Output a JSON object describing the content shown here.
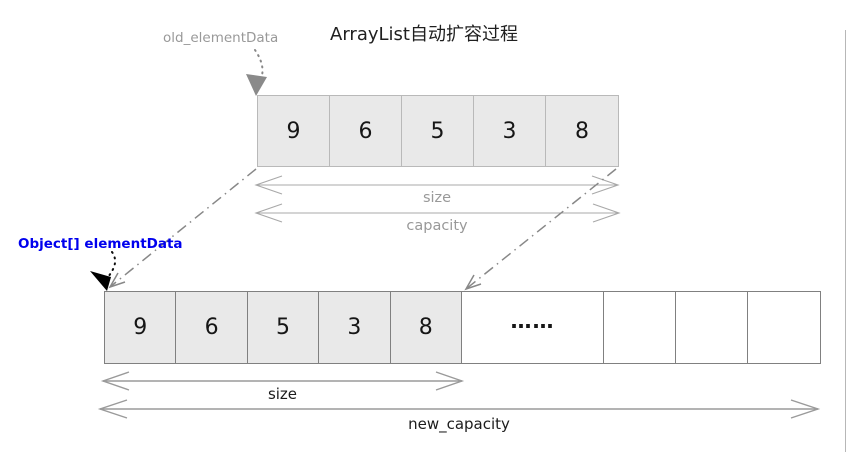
{
  "title": "ArrayList自动扩容过程",
  "pointers": {
    "old_label": "old_elementData",
    "new_label": "Object[] elementData"
  },
  "old_array": {
    "cells": [
      "9",
      "6",
      "5",
      "3",
      "8"
    ],
    "size_label": "size",
    "capacity_label": "capacity"
  },
  "new_array": {
    "cells": [
      "9",
      "6",
      "5",
      "3",
      "8"
    ],
    "ellipsis": "……",
    "empty_cell_count": 3,
    "size_label": "size",
    "capacity_label": "new_capacity"
  },
  "colors": {
    "cell_fill": "#e9e9e9",
    "old_array_border": "#b9b9b9",
    "new_array_border": "#808080",
    "muted_text": "#999999",
    "dark_text": "#1f1f1f",
    "pointer_blue": "#0000ee",
    "arrow_gray": "#a8a8a8",
    "connector_gray": "#888888"
  }
}
